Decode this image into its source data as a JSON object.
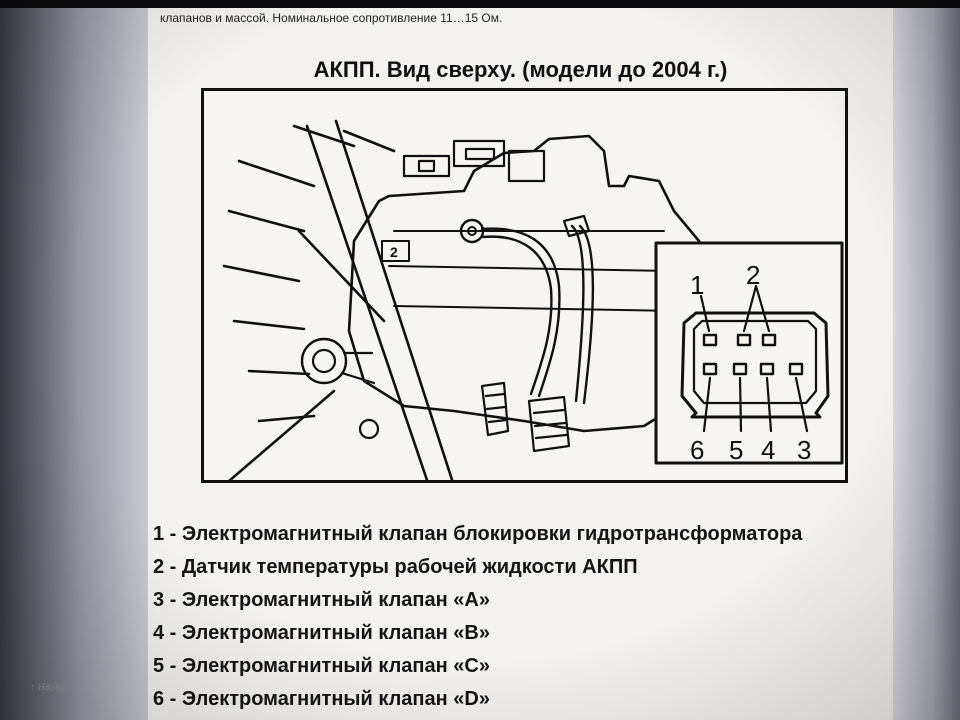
{
  "document": {
    "cut_line": "клапанов и массой. Номинальное сопротивление 11…15 Ом.",
    "figure_title": "АКПП. Вид сверху. (модели до 2004 г.)",
    "connector_pin_labels": {
      "pin1": "1",
      "pin2": "2",
      "pin6": "6",
      "pin5": "5",
      "pin4": "4",
      "pin3": "3"
    },
    "legend": [
      "1 - Электромагнитный клапан блокировки гидротрансформатора",
      "2 - Датчик температуры рабочей жидкости АКПП",
      "3 - Электромагнитный клапан «А»",
      "4 - Электромагнитный клапан «B»",
      "5 - Электромагнитный клапан «C»",
      "6 - Электромагнитный клапан «D»"
    ]
  },
  "screen": {
    "back_link": "↑ Назад"
  },
  "colors": {
    "paper": "#f3f2ee",
    "ink": "#111111",
    "monitor_edge": "#9a9aa6"
  }
}
